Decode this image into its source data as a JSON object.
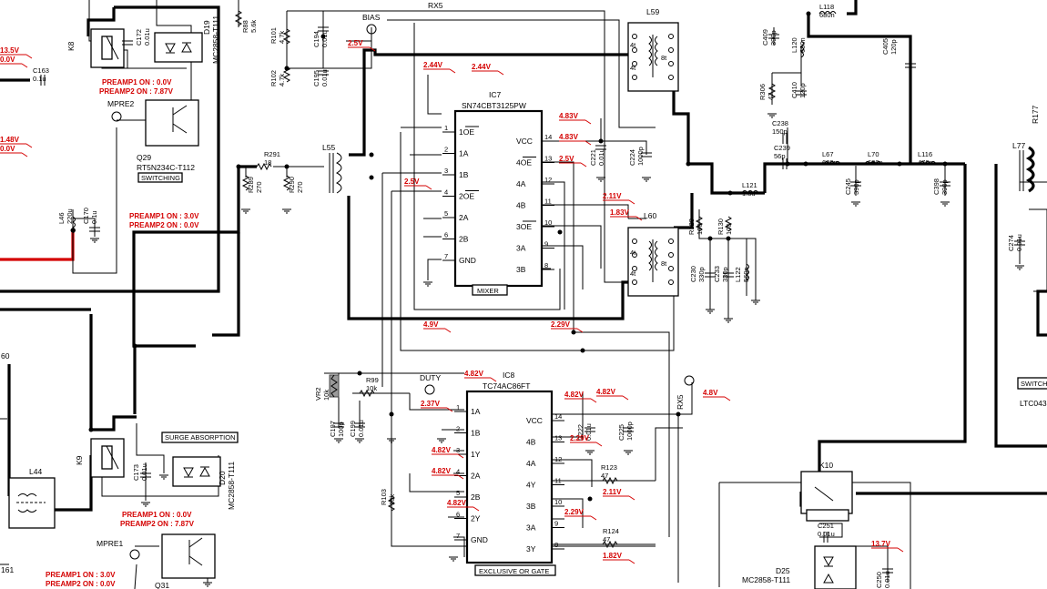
{
  "ic7": {
    "ref": "IC7",
    "part": "SN74CBT3125PW",
    "function": "MIXER",
    "pins_left": [
      {
        "num": "1",
        "name": "1OE"
      },
      {
        "num": "2",
        "name": "1A"
      },
      {
        "num": "3",
        "name": "1B"
      },
      {
        "num": "4",
        "name": "2OE"
      },
      {
        "num": "5",
        "name": "2A"
      },
      {
        "num": "6",
        "name": "2B"
      },
      {
        "num": "7",
        "name": "GND"
      }
    ],
    "pins_right": [
      {
        "num": "14",
        "name": "VCC"
      },
      {
        "num": "13",
        "name": "4OE"
      },
      {
        "num": "12",
        "name": "4A"
      },
      {
        "num": "11",
        "name": "4B"
      },
      {
        "num": "10",
        "name": "3OE"
      },
      {
        "num": "9",
        "name": "3A"
      },
      {
        "num": "8",
        "name": "3B"
      }
    ]
  },
  "ic8": {
    "ref": "IC8",
    "part": "TC74AC86FT",
    "function": "EXCLUSIVE OR GATE",
    "pins_left": [
      {
        "num": "1",
        "name": "1A"
      },
      {
        "num": "2",
        "name": "1B"
      },
      {
        "num": "3",
        "name": "1Y"
      },
      {
        "num": "4",
        "name": "2A"
      },
      {
        "num": "5",
        "name": "2B"
      },
      {
        "num": "6",
        "name": "2Y"
      },
      {
        "num": "7",
        "name": "GND"
      }
    ],
    "pins_right": [
      {
        "num": "14",
        "name": "VCC"
      },
      {
        "num": "13",
        "name": "4B"
      },
      {
        "num": "12",
        "name": "4A"
      },
      {
        "num": "11",
        "name": "4Y"
      },
      {
        "num": "10",
        "name": "3B"
      },
      {
        "num": "9",
        "name": "3A"
      },
      {
        "num": "8",
        "name": "3Y"
      }
    ]
  },
  "voltages": [
    "13.5V",
    "0.0V",
    "1.48V",
    "0.0V",
    "2.5V",
    "2.44V",
    "2.44V",
    "4.83V",
    "4.83V",
    "2.5V",
    "2.5V",
    "2.11V",
    "1.83V",
    "4.9V",
    "2.29V",
    "4.82V",
    "4.82V",
    "4.82V",
    "2.37V",
    "4.8V",
    "2.29V",
    "2.11V",
    "4.82V",
    "4.82V",
    "4.82V",
    "2.29V",
    "1.82V",
    "13.7V"
  ],
  "conditions": {
    "k8_p1": "PREAMP1 ON : 0.0V",
    "k8_p2": "PREAMP2 ON : 7.87V",
    "l46_p1": "PREAMP1 ON : 3.0V",
    "l46_p2": "PREAMP2 ON : 0.0V",
    "k9_p1": "PREAMP1 ON : 0.0V",
    "k9_p2": "PREAMP2 ON : 7.87V",
    "q31_p1": "PREAMP1 ON : 3.0V",
    "q31_p2": "PREAMP2 ON : 0.0V"
  },
  "labels": {
    "switching": "SWITCHING",
    "surge": "SURGE ABSORPTION",
    "q29": "Q29",
    "q29_part": "RT5N234C-T112",
    "q31": "Q31",
    "mpre2": "MPRE2",
    "mpre1": "MPRE1",
    "bias": "BIAS",
    "duty": "DUTY",
    "rx5_top": "RX5",
    "rx5_side": "RX5",
    "switch_right": "SWITCH",
    "ltc_right": "LTC043",
    "k8": "K8",
    "k9": "K9",
    "k10": "K10",
    "d19": "D19",
    "d19_part": "MC2858-T111",
    "d20": "D20",
    "d20_part": "MC2858-T111",
    "d25": "D25",
    "d25_part": "MC2858-T111",
    "l44": "L44",
    "l55": "L55",
    "l59": "L59",
    "l60": "L60",
    "l77": "L77",
    "n60": "60",
    "n161": "161",
    "r177": "R177"
  },
  "components": {
    "c163": [
      "C163",
      "0.1u"
    ],
    "c172": [
      "C172",
      "0.01u"
    ],
    "r88": [
      "R88",
      "5.6k"
    ],
    "c170": [
      "C170",
      "0.1u"
    ],
    "l46": [
      "L46",
      "220u"
    ],
    "r289": [
      "R289",
      "270"
    ],
    "r290": [
      "R290",
      "270"
    ],
    "r291": [
      "R291",
      "18"
    ],
    "r101": [
      "R101",
      "4.7k"
    ],
    "r102": [
      "R102",
      "4.7k"
    ],
    "c194": [
      "C194",
      "0.01u"
    ],
    "c195": [
      "C195",
      "0.01u"
    ],
    "c221": [
      "C221",
      "0.01u"
    ],
    "c224": [
      "C224",
      "1000p"
    ],
    "c409": [
      "C409",
      "390p"
    ],
    "l120": [
      "L120",
      "680n"
    ],
    "l118": [
      "L118",
      "680n"
    ],
    "c405": [
      "C405",
      "120p"
    ],
    "r306": [
      "R306",
      "47"
    ],
    "c410": [
      "C410",
      "120p"
    ],
    "c238": [
      "C238",
      "150p"
    ],
    "c239": [
      "C239",
      "56p"
    ],
    "l67": [
      "L67",
      "680n"
    ],
    "l70": [
      "L70",
      "680n"
    ],
    "l116": [
      "L116",
      "470n"
    ],
    "c245": [
      "C245",
      "390p"
    ],
    "c398": [
      "C398",
      "390p"
    ],
    "l121": [
      "L121",
      "1.8u"
    ],
    "r128": [
      "R128",
      "100"
    ],
    "r130": [
      "R130",
      "100"
    ],
    "c230": [
      "C230",
      "330p"
    ],
    "c233": [
      "C233",
      "330p"
    ],
    "l122": [
      "L122",
      "560n"
    ],
    "c274": [
      "C274",
      "0.01u"
    ],
    "c173": [
      "C173",
      "0.01u"
    ],
    "vr2": [
      "VR2",
      "10k"
    ],
    "r99": [
      "R99",
      "10k"
    ],
    "c197": [
      "C197",
      "100p"
    ],
    "c199": [
      "C199",
      "0.01u"
    ],
    "r103": [
      "R103",
      "10k"
    ],
    "c222": [
      "C222",
      "0.01u"
    ],
    "c225": [
      "C225",
      "1000p"
    ],
    "r123": [
      "R123",
      "47"
    ],
    "r124": [
      "R124",
      "47"
    ],
    "c251": [
      "C251",
      "0.01u"
    ],
    "c250": [
      "C250",
      "0.01u"
    ]
  },
  "windings": [
    "4t",
    "4t",
    "8t",
    "4t",
    "4t",
    "8t"
  ]
}
